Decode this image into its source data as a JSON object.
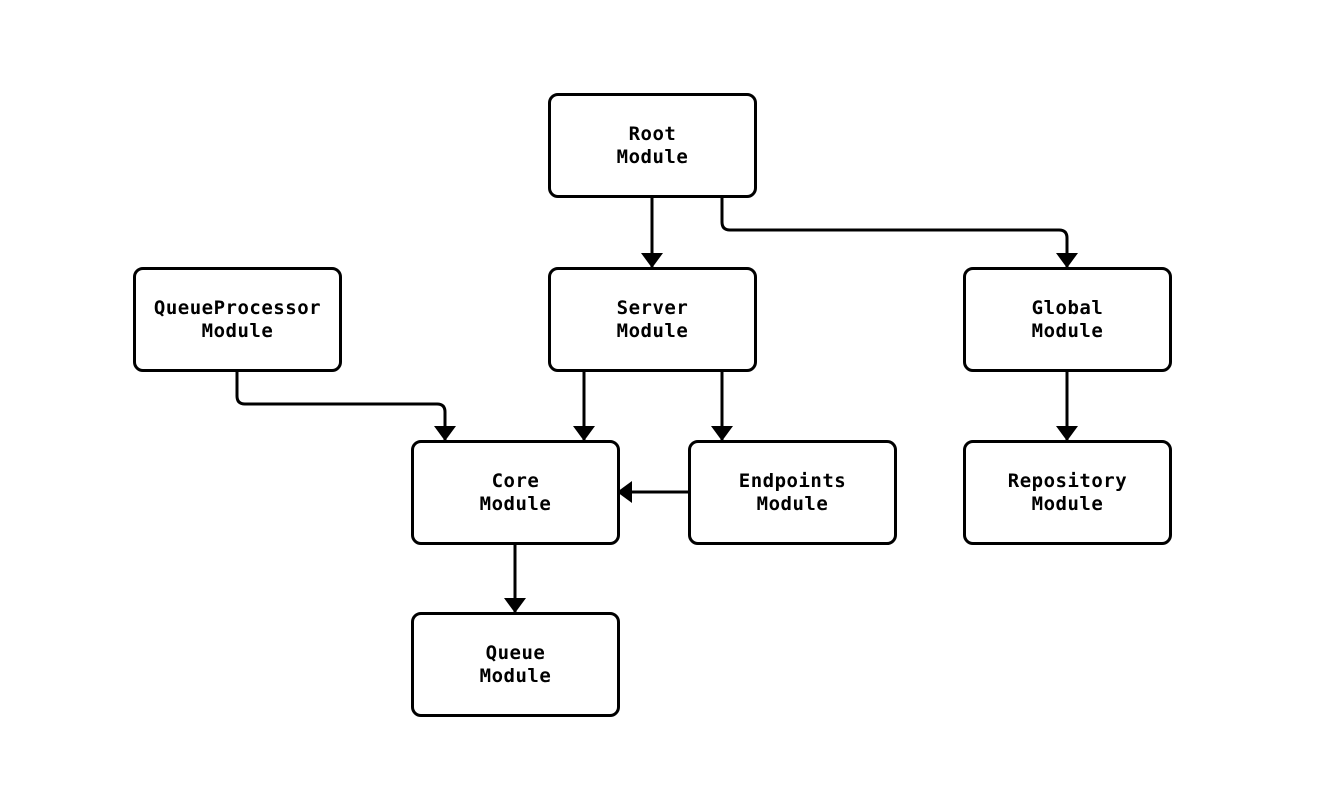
{
  "diagram": {
    "type": "flowchart",
    "direction": "top-down",
    "background_color": "#ffffff",
    "node_fill_color": "#ffffff",
    "node_border_color": "#000000",
    "edge_color": "#000000",
    "text_color": "#000000"
  },
  "nodes": {
    "root": {
      "line1": "Root",
      "line2": "Module"
    },
    "queueprocessor": {
      "line1": "QueueProcessor",
      "line2": "Module"
    },
    "server": {
      "line1": "Server",
      "line2": "Module"
    },
    "global": {
      "line1": "Global",
      "line2": "Module"
    },
    "core": {
      "line1": "Core",
      "line2": "Module"
    },
    "endpoints": {
      "line1": "Endpoints",
      "line2": "Module"
    },
    "repository": {
      "line1": "Repository",
      "line2": "Module"
    },
    "queue": {
      "line1": "Queue",
      "line2": "Module"
    }
  },
  "edges": [
    {
      "from": "Root Module",
      "to": "Server Module"
    },
    {
      "from": "Root Module",
      "to": "Global Module"
    },
    {
      "from": "QueueProcessor Module",
      "to": "Core Module"
    },
    {
      "from": "Server Module",
      "to": "Core Module"
    },
    {
      "from": "Server Module",
      "to": "Endpoints Module"
    },
    {
      "from": "Endpoints Module",
      "to": "Core Module"
    },
    {
      "from": "Global Module",
      "to": "Repository Module"
    },
    {
      "from": "Core Module",
      "to": "Queue Module"
    }
  ]
}
